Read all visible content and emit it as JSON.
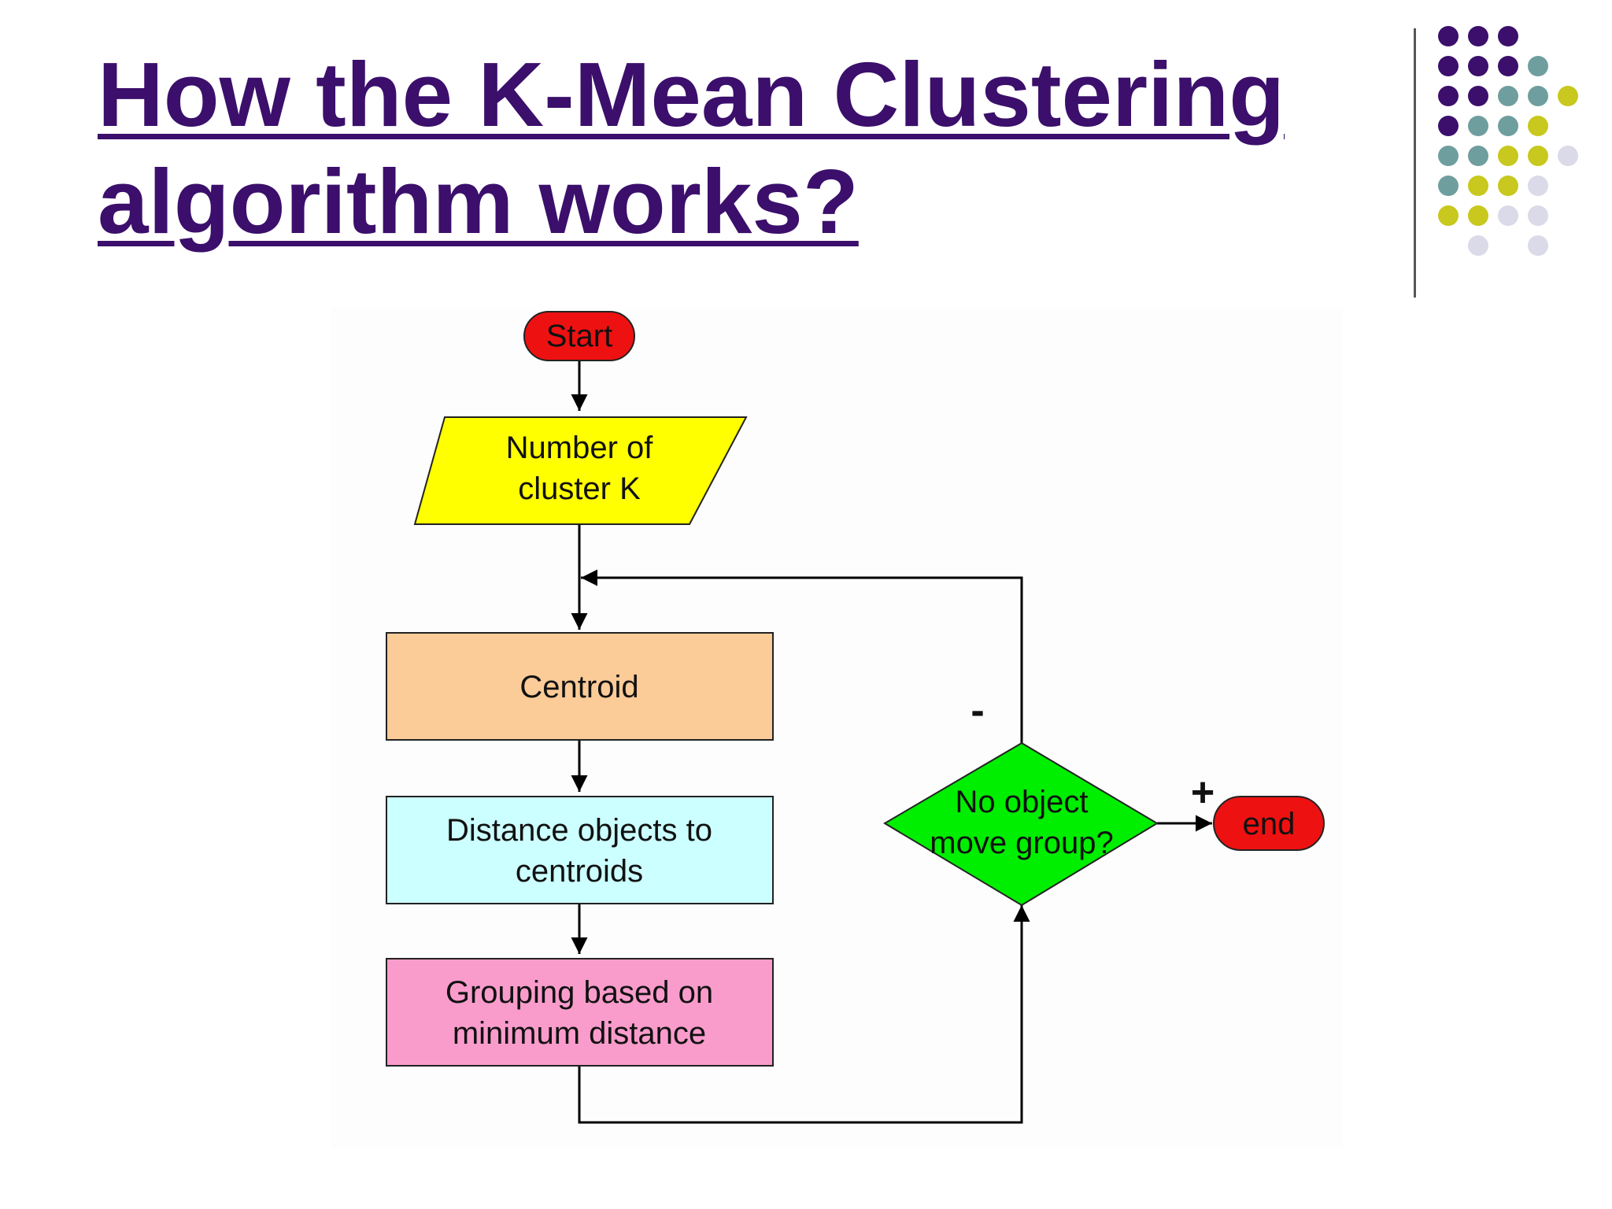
{
  "title": {
    "line1": "How the K-Mean Clustering",
    "line2": "algorithm works?"
  },
  "colors": {
    "title": "#3b0f6b",
    "dot_purple": "#3b0f6b",
    "dot_teal": "#6f9e9e",
    "dot_olive": "#c8c81e",
    "dot_lavender": "#dadae8",
    "start_end": "#ee1111",
    "input": "#ffff00",
    "centroid": "#fbcb98",
    "distance": "#ccffff",
    "grouping": "#f99ccc",
    "decision": "#00ee00"
  },
  "flowchart": {
    "start": "Start",
    "input": [
      "Number of",
      "cluster K"
    ],
    "centroid": "Centroid",
    "distance": [
      "Distance objects to",
      "centroids"
    ],
    "grouping": [
      "Grouping based on",
      "minimum distance"
    ],
    "decision": [
      "No object",
      "move group?"
    ],
    "end": "end",
    "minus_sign": "-",
    "plus_sign": "+"
  }
}
